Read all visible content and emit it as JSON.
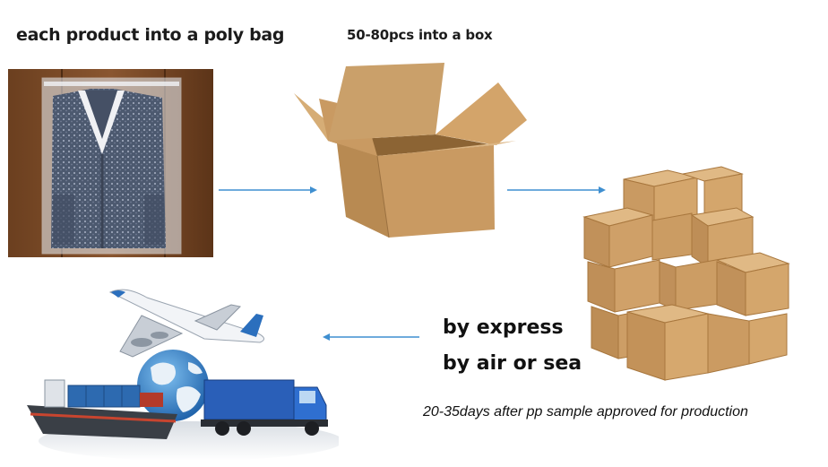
{
  "steps": {
    "polybag_caption": "each product into a poly bag",
    "box_caption": "50-80pcs into a box"
  },
  "shipping": {
    "line1": "by express",
    "line2": "by air or sea",
    "lead_time": "20-35days after pp sample approved for production"
  },
  "colors": {
    "arrow": "#3f8fd0",
    "cardboard": "#c99a62",
    "cardboard_dark": "#a8773e",
    "wood_floor": "#7a4a26",
    "knit": "#3b4a66",
    "globe": "#2f7fc6",
    "truck": "#2158b5"
  },
  "icons": [
    "polybag-photo",
    "open-box-photo",
    "box-stack-photo",
    "airplane-icon",
    "globe-icon",
    "cargo-ship-icon",
    "truck-icon"
  ]
}
